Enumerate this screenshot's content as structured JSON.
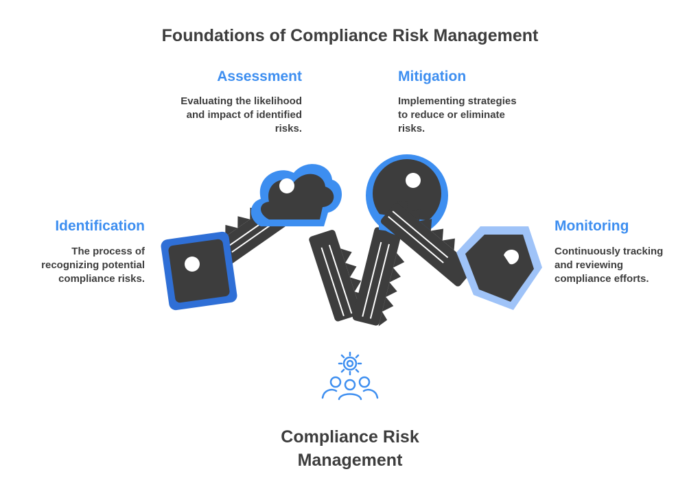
{
  "title": "Foundations of Compliance Risk Management",
  "center": {
    "line1": "Compliance Risk",
    "line2": "Management",
    "icon": "gear-people-icon"
  },
  "sections": {
    "identification": {
      "title": "Identification",
      "desc1": "The process of",
      "desc2": "recognizing potential",
      "desc3": "compliance risks."
    },
    "assessment": {
      "title": "Assessment",
      "desc1": "Evaluating the likelihood",
      "desc2": "and impact of identified",
      "desc3": "risks."
    },
    "mitigation": {
      "title": "Mitigation",
      "desc1": "Implementing strategies",
      "desc2": "to reduce or eliminate",
      "desc3": "risks."
    },
    "monitoring": {
      "title": "Monitoring",
      "desc1": "Continuously tracking",
      "desc2": "and reviewing",
      "desc3": "compliance efforts."
    }
  },
  "colors": {
    "accent": "#3d8ef0",
    "key_dark": "#3d3d3d",
    "key_blue_1": "#2f6fd6",
    "key_blue_2": "#3d8ef0",
    "key_blue_3": "#4f93f2",
    "key_blue_4": "#9fc3f8",
    "text": "#3d3d3d"
  }
}
